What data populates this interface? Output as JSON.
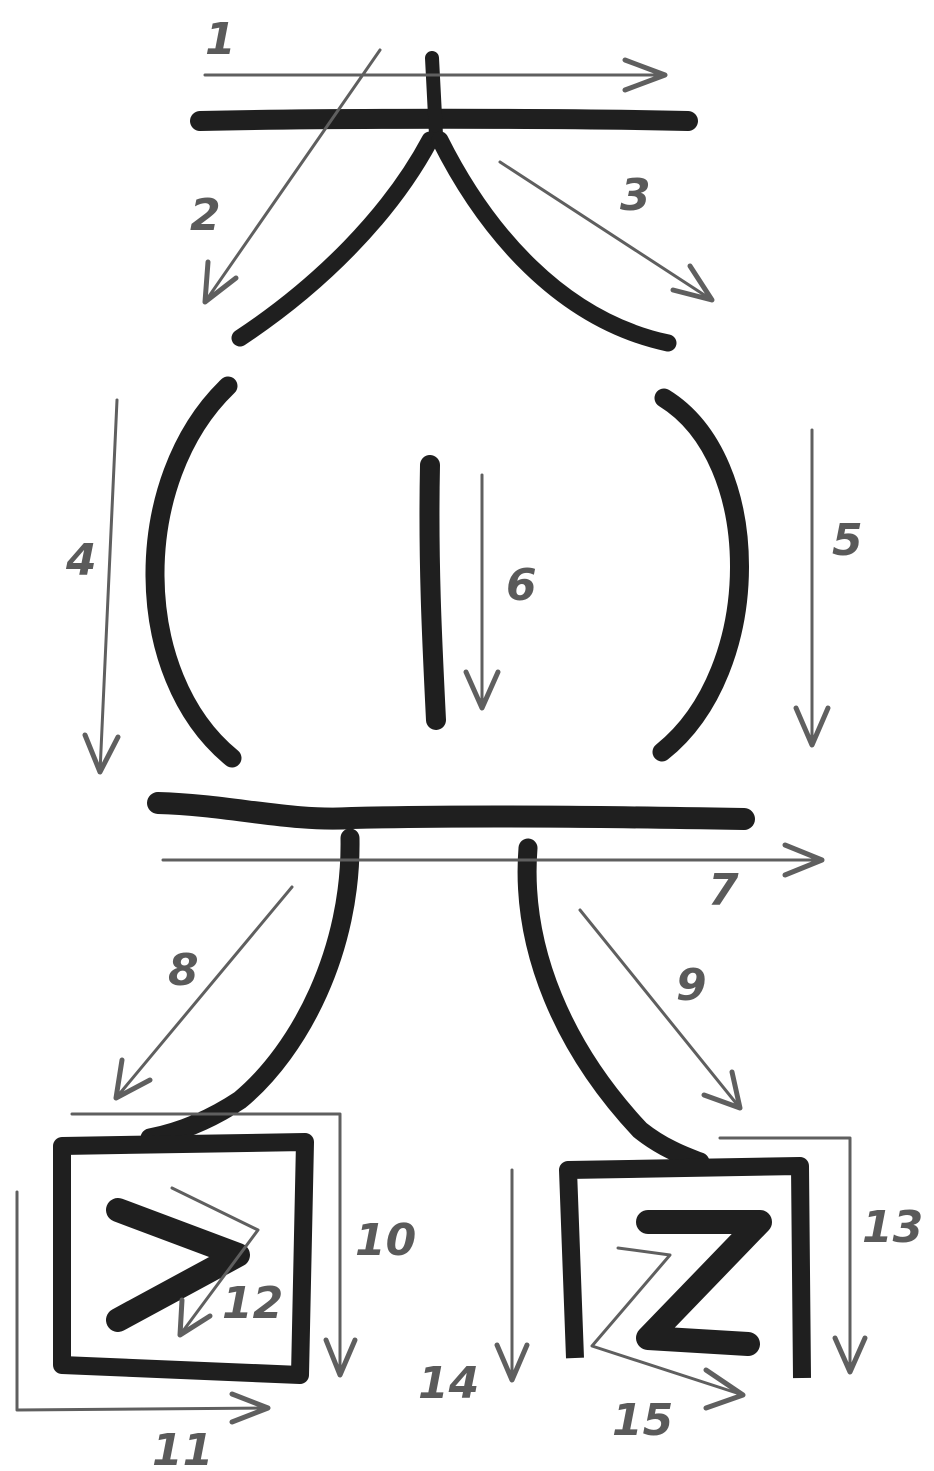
{
  "stroke_order": {
    "labels": [
      "1",
      "2",
      "3",
      "4",
      "5",
      "6",
      "7",
      "8",
      "9",
      "10",
      "11",
      "12",
      "13",
      "14",
      "15"
    ]
  },
  "colors": {
    "ink": "#1f1f1f",
    "arrow": "#5f5f5f",
    "label": "#5a5a5a",
    "background": "#ffffff"
  }
}
